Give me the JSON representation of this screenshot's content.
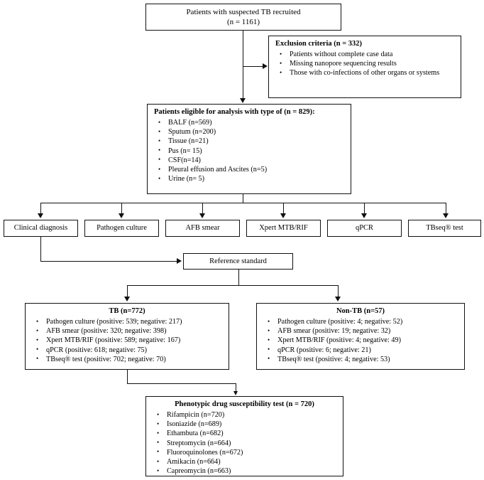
{
  "figure": {
    "type": "flowchart",
    "topic": "TB diagnostic study participant flow"
  },
  "nodes": {
    "recruited": {
      "line1": "Patients with suspected TB recruited",
      "line2": "(n = 1161)"
    },
    "exclusion": {
      "title": "Exclusion criteria (n = 332)",
      "items": [
        "Patients without complete case data",
        "Missing nanopore sequencing results",
        "Those with co-infections of other organs or systems"
      ]
    },
    "eligible": {
      "title": "Patients eligible for analysis with type of (n = 829):",
      "items": [
        "BALF (n=569)",
        "Sputum (n=200)",
        "Tissue (n=21)",
        "Pus (n= 15)",
        "CSF(n=14)",
        "Pleural effusion and Ascites (n=5)",
        "Urine (n= 5)"
      ]
    },
    "methods": [
      {
        "label": "Clinical diagnosis"
      },
      {
        "label": "Pathogen culture"
      },
      {
        "label": "AFB smear"
      },
      {
        "label": "Xpert MTB/RIF"
      },
      {
        "label": "qPCR"
      },
      {
        "label": "TBseq® test"
      }
    ],
    "reference_standard": {
      "label": "Reference standard"
    },
    "tb": {
      "title": "TB (n=772)",
      "items": [
        "Pathogen culture (positive:  539; negative: 217)",
        "AFB smear (positive: 320;  negative: 398)",
        "Xpert MTB/RIF (positive:  589; negative: 167)",
        "qPCR (positive: 618;  negative: 75)",
        "TBseq® test (positive: 702;  negative: 70)"
      ]
    },
    "non_tb": {
      "title": "Non-TB (n=57)",
      "items": [
        "Pathogen culture (positive: 4;  negative: 52)",
        "AFB smear (positive: 19; negative: 32)",
        "Xpert MTB/RIF (positive: 4;  negative: 49)",
        "qPCR (positive: 6;  negative: 21)",
        "TBseq® test (positive: 4;  negative: 53)"
      ]
    },
    "dst": {
      "title": "Phenotypic drug susceptibility test (n = 720)",
      "items": [
        "Rifampicin (n=720)",
        "Isoniazide (n=689)",
        "Ethambuta (n=682)",
        "Streptomycin (n=664)",
        "Fluoroquinolones (n=672)",
        "Amikacin (n=664)",
        "Capreomycin (n=663)"
      ]
    }
  },
  "colors": {
    "stroke": "#111111",
    "background": "#ffffff"
  }
}
